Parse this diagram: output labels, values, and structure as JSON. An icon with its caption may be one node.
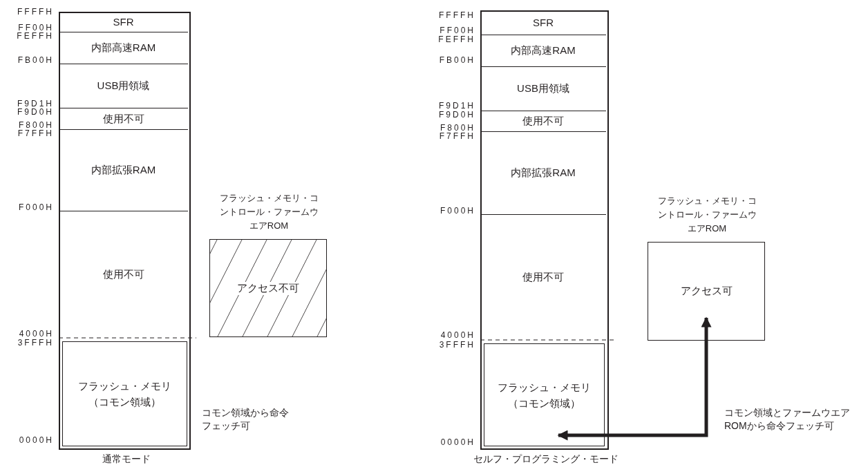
{
  "diagram": {
    "nodes": [
      {
        "text": [],
        "shape": "box",
        "beside": [
          "通常モード"
        ]
      },
      {
        "text": [
          "SFR"
        ],
        "in": 0
      },
      {
        "text": [
          "内部高速RAM"
        ],
        "in": 0
      },
      {
        "text": [
          "USB用領域"
        ],
        "in": 0
      },
      {
        "text": [
          "使用不可"
        ],
        "in": 0
      },
      {
        "text": [
          "内部拡張RAM"
        ],
        "in": 0
      },
      {
        "text": [
          "使用不可"
        ],
        "in": 0
      },
      {
        "text": [
          "フラッシュ・メモリ（コモン領域）"
        ],
        "in": 0
      },
      {
        "text": [
          "フラッシュ・メモリ・コントロール・ファームウエアROM",
          "アクセス不可"
        ]
      },
      {
        "text": [],
        "shape": "box",
        "beside": [
          "セルフ・プログラミング・モード"
        ]
      },
      {
        "text": [
          "SFR"
        ],
        "in": 9
      },
      {
        "text": [
          "内部高速RAM"
        ],
        "in": 9
      },
      {
        "text": [
          "USB用領域"
        ],
        "in": 9
      },
      {
        "text": [
          "使用不可"
        ],
        "in": 9
      },
      {
        "text": [
          "内部拡張RAM"
        ],
        "in": 9
      },
      {
        "text": [
          "使用不可"
        ],
        "in": 9
      },
      {
        "text": [
          "フラッシュ・メモリ（コモン領域）"
        ],
        "in": 9
      },
      {
        "text": [
          "フラッシュ・メモリ・コントロール・ファームウエアROM",
          "アクセス可"
        ]
      }
    ],
    "edges": [
      {
        "from": 17,
        "to": 16,
        "arrow": "both"
      }
    ],
    "labels": [
      "FFFFH",
      "FF00H",
      "FEFFH",
      "FB00H",
      "F9D1H",
      "F9D0H",
      "F800H",
      "F7FFH",
      "F000H",
      "4000H",
      "3FFFH",
      "0000H",
      "コモン領域から命令フェッチ可",
      "FFFFH",
      "FF00H",
      "FEFFH",
      "FB00H",
      "F9D1H",
      "F9D0H",
      "F800H",
      "F7FFH",
      "F000H",
      "4000H",
      "3FFFH",
      "0000H",
      "コモン領域とファームウエアROMから命令フェッチ可"
    ]
  }
}
